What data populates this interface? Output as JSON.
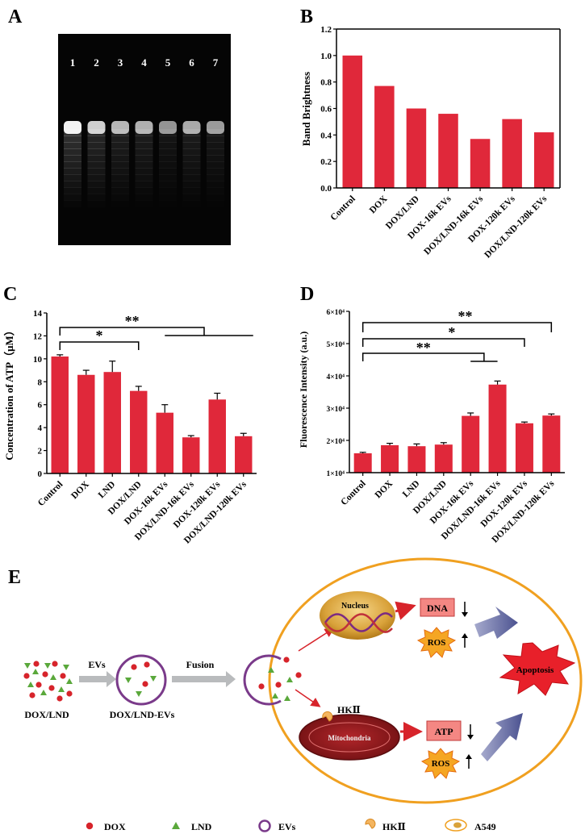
{
  "panels": {
    "A": "A",
    "B": "B",
    "C": "C",
    "D": "D",
    "E": "E"
  },
  "gel": {
    "lane_labels": [
      "1",
      "2",
      "3",
      "4",
      "5",
      "6",
      "7"
    ],
    "band_brightness": [
      1.0,
      0.77,
      0.6,
      0.56,
      0.37,
      0.52,
      0.42
    ]
  },
  "chart_data": [
    {
      "id": "B",
      "type": "bar",
      "categories": [
        "Control",
        "DOX",
        "DOX/LND",
        "DOX-16k EVs",
        "DOX/LND-16k EVs",
        "DOX-120k EVs",
        "DOX/LND-120k EVs"
      ],
      "values": [
        1.0,
        0.77,
        0.6,
        0.56,
        0.37,
        0.52,
        0.42
      ],
      "ylabel": "Band Brightness",
      "ylim": [
        0,
        1.2
      ],
      "yticks": [
        "0.0",
        "0.2",
        "0.4",
        "0.6",
        "0.8",
        "1.0",
        "1.2"
      ],
      "bar_color": "#e0283a",
      "frame": "box"
    },
    {
      "id": "C",
      "type": "bar",
      "categories": [
        "Control",
        "DOX",
        "LND",
        "DOX/LND",
        "DOX-16k EVs",
        "DOX/LND-16k EVs",
        "DOX-120k EVs",
        "DOX/LND-120k EVs"
      ],
      "values": [
        10.2,
        8.6,
        8.85,
        7.2,
        5.3,
        3.15,
        6.45,
        3.25
      ],
      "errors": [
        0.15,
        0.4,
        0.95,
        0.4,
        0.7,
        0.15,
        0.55,
        0.25
      ],
      "ylabel": "Concentration of ATP（μM）",
      "ylim": [
        0,
        14
      ],
      "yticks": [
        "0",
        "2",
        "4",
        "6",
        "8",
        "10",
        "12",
        "14"
      ],
      "bar_color": "#e0283a",
      "significance": [
        {
          "label": "*",
          "from": 0,
          "to": 3
        },
        {
          "label": "**",
          "from": 0,
          "to_bracket": [
            4,
            7
          ]
        }
      ]
    },
    {
      "id": "D",
      "type": "bar",
      "categories": [
        "Control",
        "DOX",
        "LND",
        "DOX/LND",
        "DOX-16k EVs",
        "DOX/LND-16k EVs",
        "DOX-120k EVs",
        "DOX/LND-120k EVs"
      ],
      "values": [
        16000,
        18500,
        18200,
        18700,
        27600,
        37300,
        25300,
        27700
      ],
      "errors": [
        300,
        600,
        700,
        600,
        900,
        1100,
        400,
        500
      ],
      "ylabel": "Fluorescence Intensity (a.u.)",
      "ylim": [
        10000,
        60000
      ],
      "yticks": [
        "1×10⁴",
        "2×10⁴",
        "3×10⁴",
        "4×10⁴",
        "5×10⁴",
        "6×10⁴"
      ],
      "bar_color": "#e0283a",
      "significance": [
        {
          "label": "**",
          "from": 0,
          "to_bracket": [
            4,
            5
          ]
        },
        {
          "label": "*",
          "from": 0,
          "to": 6
        },
        {
          "label": "**",
          "from": 0,
          "to": 7
        }
      ]
    }
  ],
  "schematic": {
    "dox_lnd": "DOX/LND",
    "evs_arrow": "EVs",
    "dox_lnd_evs": "DOX/LND-EVs",
    "fusion": "Fusion",
    "nucleus": "Nucleus",
    "mitochondria": "Mitochondria",
    "hk2": "HKⅡ",
    "dna": "DNA",
    "atp": "ATP",
    "ros1": "ROS",
    "ros2": "ROS",
    "apoptosis": "Apoptosis",
    "colors": {
      "dox": "#d7242b",
      "lnd": "#5aa83b",
      "evs": "#7a3a8a",
      "cell": "#f0a020",
      "apoptosis": "#e8202a"
    }
  },
  "legend": [
    {
      "icon": "dox-dot-icon",
      "label": "DOX"
    },
    {
      "icon": "lnd-triangle-icon",
      "label": "LND"
    },
    {
      "icon": "ev-ring-icon",
      "label": "EVs"
    },
    {
      "icon": "hk2-icon",
      "label": "HKⅡ"
    },
    {
      "icon": "a549-cell-icon",
      "label": "A549"
    }
  ]
}
